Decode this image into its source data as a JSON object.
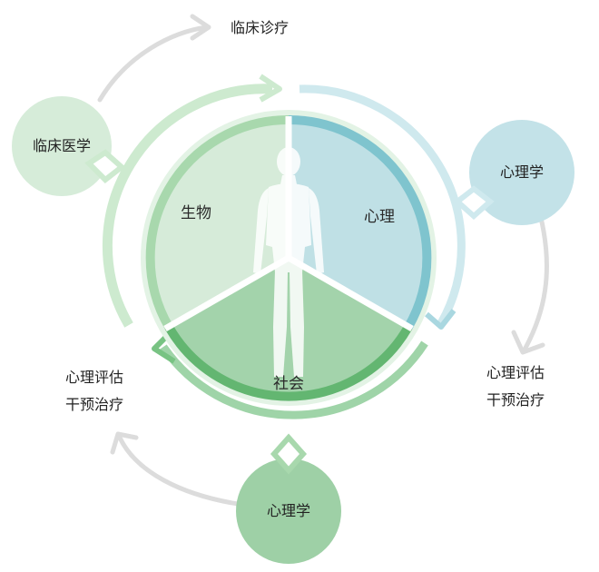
{
  "segments": {
    "biology": {
      "label": "生物",
      "color": "#d6ebd9"
    },
    "psychology": {
      "label": "心理",
      "color": "#bfe0e5"
    },
    "society": {
      "label": "社会",
      "color": "#a3d3ab"
    }
  },
  "nodes": {
    "clinical_medicine": {
      "label": "临床医学",
      "color": "#d6ecd9"
    },
    "psychology_right": {
      "label": "心理学",
      "color": "#c3e2e8"
    },
    "psychology_bottom": {
      "label": "心理学",
      "color": "#9ed0a6"
    }
  },
  "outcomes": {
    "clinical_treatment": {
      "label": "临床诊疗"
    },
    "right_line1": {
      "label": "心理评估"
    },
    "right_line2": {
      "label": "干预治疗"
    },
    "left_line1": {
      "label": "心理评估"
    },
    "left_line2": {
      "label": "干预治疗"
    }
  },
  "colors": {
    "ring_green_light": "#cdeacf",
    "ring_green": "#8fcf98",
    "ring_green_dark": "#64b872",
    "ring_blue": "#a9d7e0",
    "ring_blue_light": "#cfe9ee",
    "connector_grey": "#dcdcdc",
    "figure": "#ffffff"
  }
}
